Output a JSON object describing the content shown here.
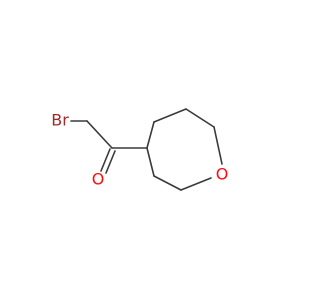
{
  "molecule": {
    "atoms": {
      "bromine": {
        "symbol": "Br",
        "color": "#a62929"
      },
      "carbonyl_oxygen": {
        "symbol": "O",
        "color": "#ff0d0d"
      },
      "ring_oxygen": {
        "symbol": "O",
        "color": "#ff0d0d"
      }
    },
    "bond_color": "#3a3a3a"
  }
}
